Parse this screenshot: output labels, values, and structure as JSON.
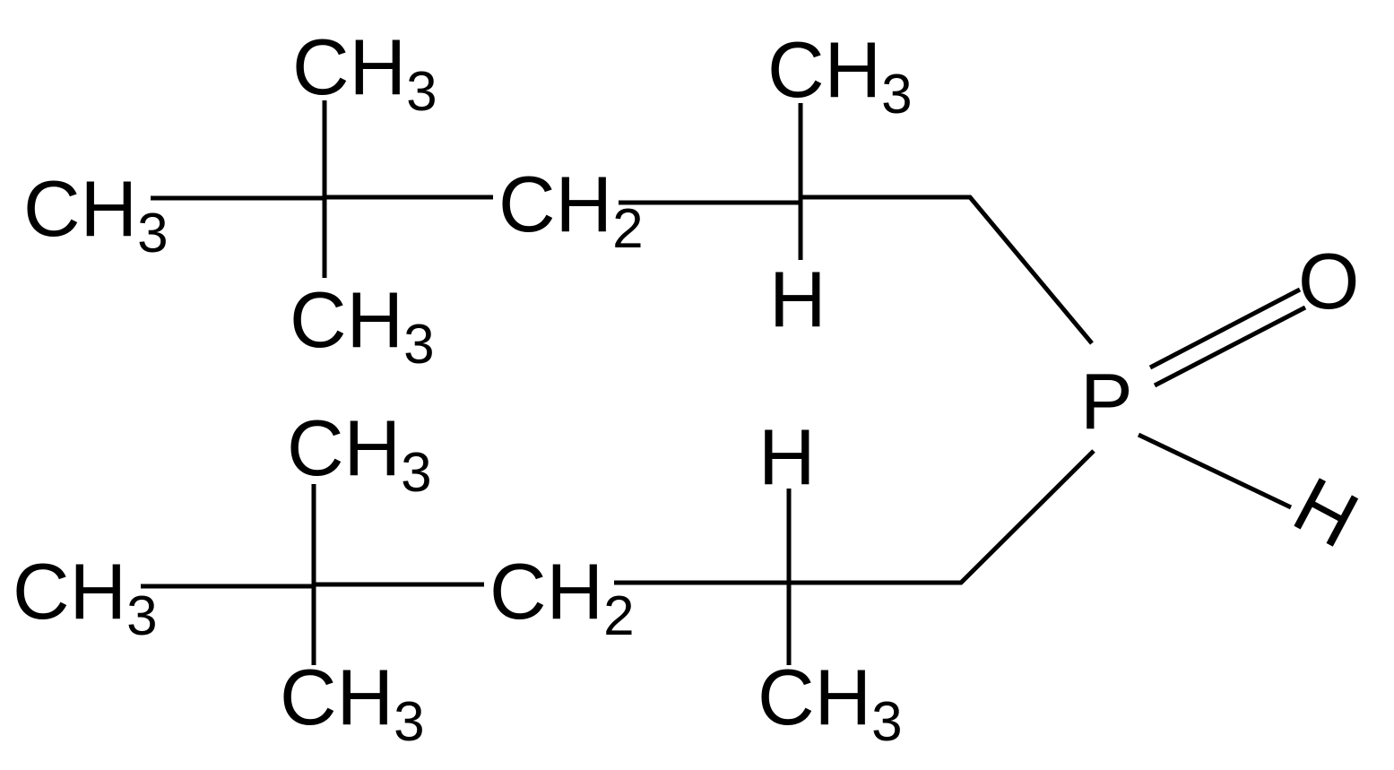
{
  "molecule": {
    "upper_chain": {
      "terminal": {
        "element": "CH",
        "count": "3"
      },
      "quat_top": {
        "element": "CH",
        "count": "3"
      },
      "quat_bottom": {
        "element": "CH",
        "count": "3"
      },
      "methylene": {
        "element": "CH",
        "count": "2"
      },
      "branch_methyl": {
        "element": "CH",
        "count": "3"
      },
      "branch_h": "H"
    },
    "lower_chain": {
      "terminal": {
        "element": "CH",
        "count": "3"
      },
      "quat_top": {
        "element": "CH",
        "count": "3"
      },
      "quat_bottom": {
        "element": "CH",
        "count": "3"
      },
      "methylene": {
        "element": "CH",
        "count": "2"
      },
      "branch_methyl": {
        "element": "CH",
        "count": "3"
      },
      "branch_h": "H"
    },
    "phosphorus": "P",
    "oxygen": "O",
    "p_hydrogen": "H"
  },
  "colors": {
    "ink": "#000000",
    "background": "#ffffff"
  }
}
